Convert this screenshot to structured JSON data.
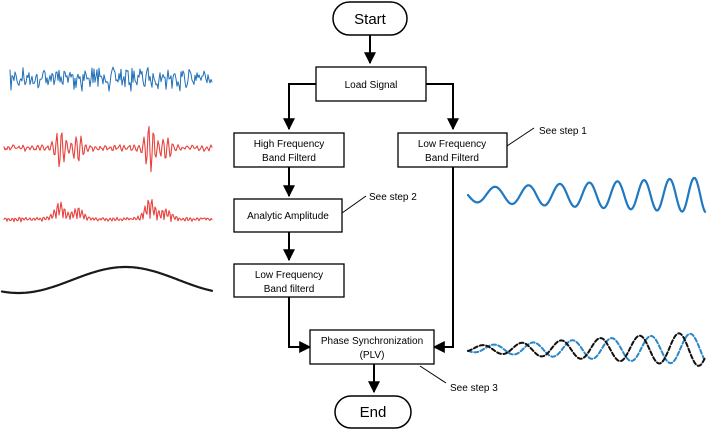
{
  "nodes": {
    "start": "Start",
    "load_signal": "Load Signal",
    "high_freq_filter": [
      "High Frequency",
      "Band Filterd"
    ],
    "low_freq_filter_right": [
      "Low Frequency",
      "Band Filterd"
    ],
    "analytic_amplitude": "Analytic Amplitude",
    "low_freq_filter_left": [
      "Low Frequency",
      "Band filterd"
    ],
    "phase_sync": [
      "Phase Synchronization",
      "(PLV)"
    ],
    "end": "End"
  },
  "notes": {
    "step1": "See step 1",
    "step2": "See step 2",
    "step3": "See step 3"
  },
  "colors": {
    "raw_signal": "#1f6fb8",
    "high_freq": "#e8413c",
    "slow_wave": "#1a1a1a",
    "low_freq": "#1f78c1",
    "sync_dashed_a": "#2a86c8",
    "sync_dashed_b": "#111111"
  },
  "waveforms": [
    {
      "id": "raw-eeg",
      "color": "raw_signal",
      "style": "noisy-broadband"
    },
    {
      "id": "high-frequency",
      "color": "high_freq",
      "style": "bursts"
    },
    {
      "id": "analytic-amplitude",
      "color": "high_freq",
      "style": "envelope-bursts"
    },
    {
      "id": "amplitude-low-frequency",
      "color": "slow_wave",
      "style": "slow-sine"
    },
    {
      "id": "low-frequency",
      "color": "low_freq",
      "style": "oscillation"
    },
    {
      "id": "phase-synchronization",
      "colors": [
        "sync_dashed_a",
        "sync_dashed_b"
      ],
      "style": "dashed-pair"
    }
  ]
}
